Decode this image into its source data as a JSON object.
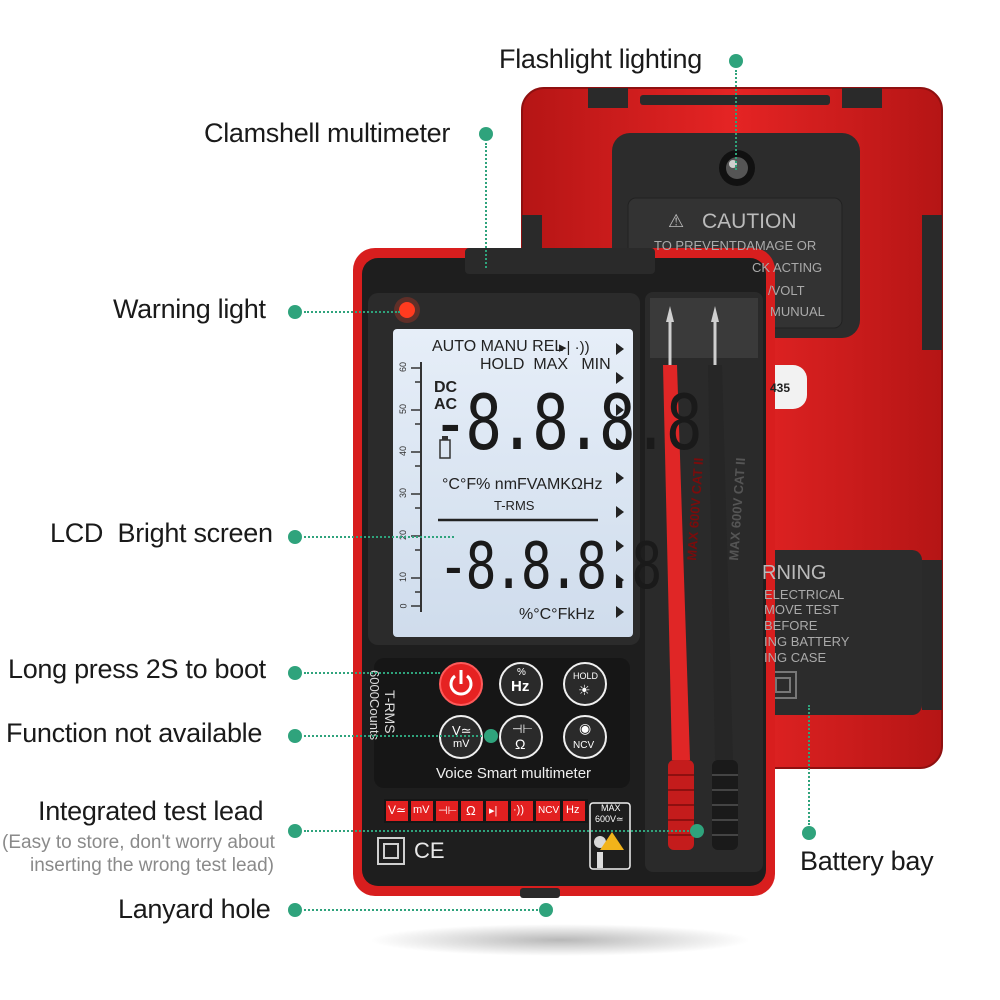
{
  "callouts": {
    "flashlight": "Flashlight lighting",
    "clamshell": "Clamshell multimeter",
    "warning_light": "Warning light",
    "lcd": "LCD  Bright screen",
    "boot": "Long press 2S to boot",
    "function_na": "Function not available",
    "test_lead": "Integrated test lead",
    "test_lead_note_1": "(Easy to store, don't worry  about",
    "test_lead_note_2": "inserting the wrong test lead)",
    "lanyard": "Lanyard hole",
    "battery": "Battery bay"
  },
  "back_panel": {
    "caution_title": "CAUTION",
    "caution_lines": [
      "TO PREVENTDAMAGE OR",
      "CK ACTING",
      "/VOLT",
      "MUNUAL"
    ],
    "model_fragment": "435",
    "warning_title": "RNING",
    "warning_lines": [
      "ELECTRICAL",
      "MOVE TEST",
      "BEFORE",
      "ING BATTERY",
      "ING CASE"
    ]
  },
  "lcd": {
    "mode_row_1": "AUTO MANU REL",
    "mode_row_2": "HOLD  MAX   MIN",
    "dc": "DC",
    "ac": "AC",
    "main_digits": "-8.8.8.8",
    "units_row": "°C°F% nmFVAMKΩHz",
    "trms": "T-RMS",
    "secondary_digits": "-8.8.8.8",
    "secondary_units": "%°C°FkHz",
    "scale_ticks": [
      "60",
      "50",
      "40",
      "30",
      "20",
      "10",
      "0"
    ]
  },
  "body": {
    "trms_label": "T-RMS",
    "counts_label": "6000Counts",
    "brand_label": "Voice Smart multimeter",
    "buttons": [
      {
        "top": "",
        "bottom": "",
        "icon": "power-icon",
        "accent": "#e02020"
      },
      {
        "top": "%",
        "bottom": "Hz",
        "icon": "hz-icon"
      },
      {
        "top": "HOLD",
        "bottom": "",
        "icon": "hold-light-icon"
      },
      {
        "top": "V≃",
        "bottom": "mV",
        "icon": "voltage-icon"
      },
      {
        "top": "",
        "bottom": "Ω",
        "icon": "capacitance-resistance-icon"
      },
      {
        "top": "",
        "bottom": "NCV",
        "icon": "ncv-voice-icon"
      }
    ],
    "function_strip": [
      "V≃",
      "mV",
      "⊣⊢",
      "Ω",
      "▸|",
      "·))",
      "NCV",
      "Hz"
    ],
    "max_label": "MAX",
    "max_rating": "600V≃",
    "ce_mark": "CE"
  },
  "probes": {
    "red_text": "MAX 600V CAT II",
    "black_text": "MAX 600V CAT II"
  },
  "colors": {
    "accent": "#2fa37c",
    "device_red": "#d81e1e",
    "device_black": "#1e1e1e",
    "lcd_bg": "#dbe7f4"
  }
}
